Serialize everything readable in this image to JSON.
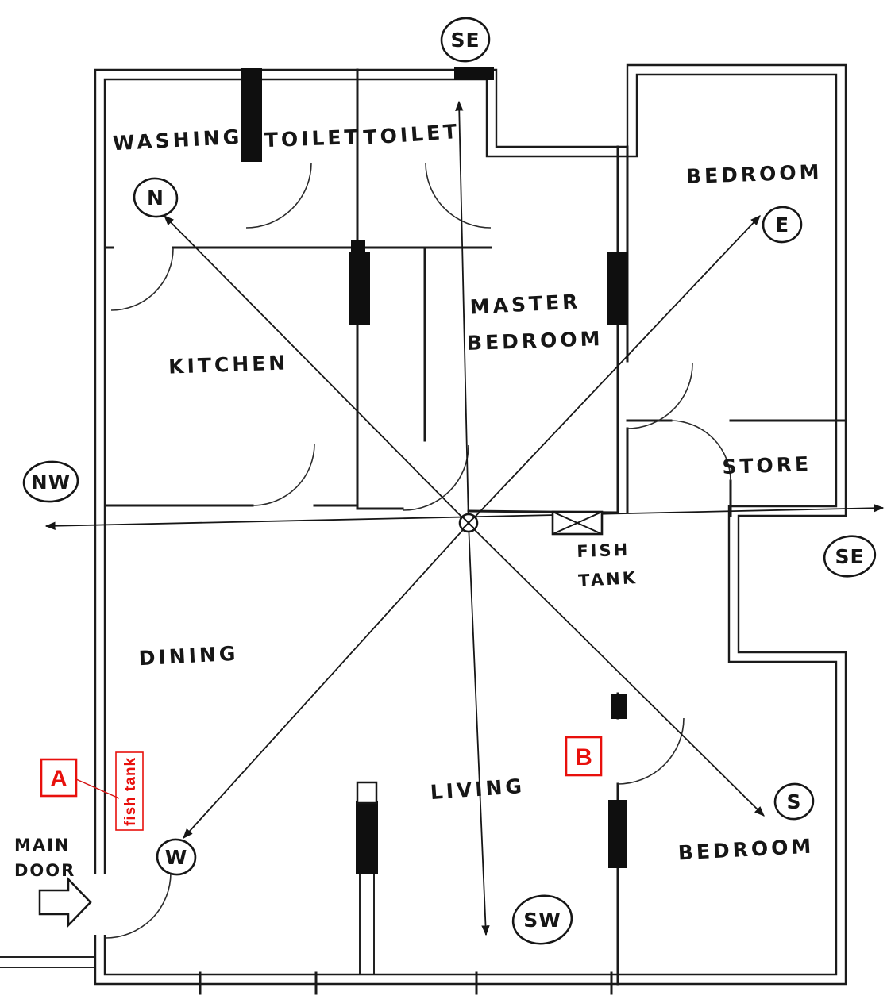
{
  "rooms": {
    "washing": "WASHING",
    "toilet_left": "TOILET",
    "toilet_right": "TOILET",
    "bedroom_ne": "BEDROOM",
    "master_line1": "MASTER",
    "master_line2": "BEDROOM",
    "kitchen": "KITCHEN",
    "store": "STORE",
    "dining": "DINING",
    "living": "LIVING",
    "bedroom_se": "BEDROOM"
  },
  "compass": {
    "n": "N",
    "e": "E",
    "w": "W",
    "s": "S",
    "nw": "NW",
    "sw": "SW",
    "se_top": "SE",
    "se_right": "SE"
  },
  "annotations": {
    "fish_tank_line1": "FISH",
    "fish_tank_line2": "TANK",
    "main_door_line1": "MAIN",
    "main_door_line2": "DOOR",
    "marker_a": "A",
    "marker_b": "B",
    "fish_tank_red": "fish tank"
  },
  "colors": {
    "ink": "#1b1b1b",
    "annotation_red": "#e8100c",
    "background": "#ffffff"
  }
}
